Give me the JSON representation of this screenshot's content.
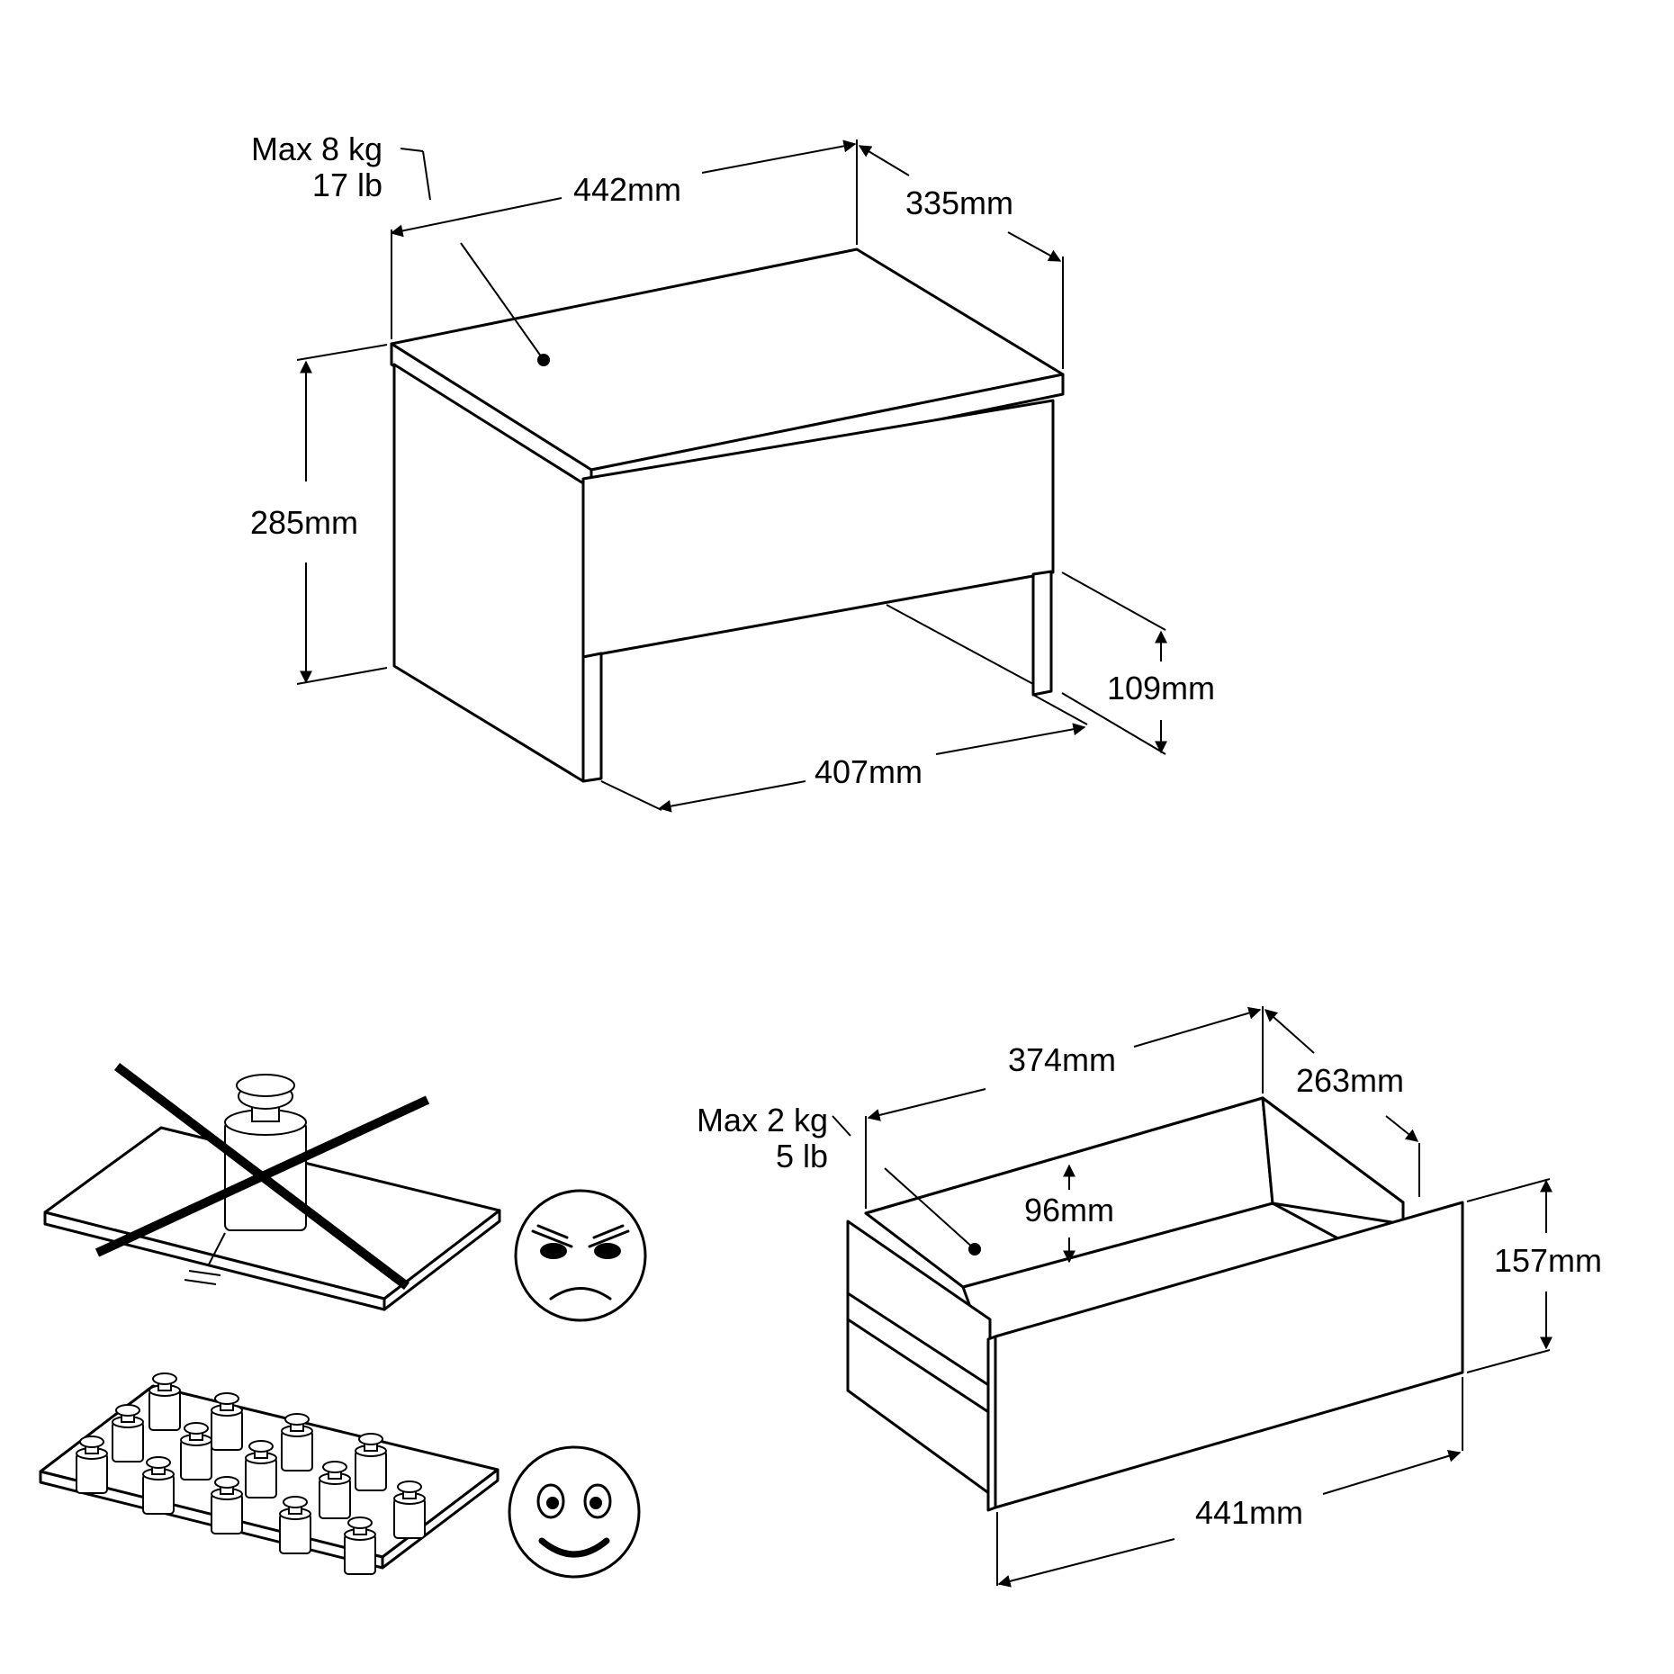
{
  "nightstand": {
    "load_kg": "Max 8 kg",
    "load_lb": "17 lb",
    "width": "442mm",
    "depth": "335mm",
    "height": "285mm",
    "leg_height": "109mm",
    "base_width": "407mm"
  },
  "drawer": {
    "load_kg": "Max 2 kg",
    "load_lb": "5 lb",
    "inner_width": "374mm",
    "depth": "263mm",
    "inner_height": "96mm",
    "front_height": "157mm",
    "front_width": "441mm"
  },
  "icons": {
    "point_load": "weight-on-point-crossed-icon",
    "angry_face": "angry-face-icon",
    "distributed_load": "distributed-weights-icon",
    "happy_face": "happy-face-icon"
  },
  "colors": {
    "line": "#000000",
    "background": "#ffffff"
  }
}
